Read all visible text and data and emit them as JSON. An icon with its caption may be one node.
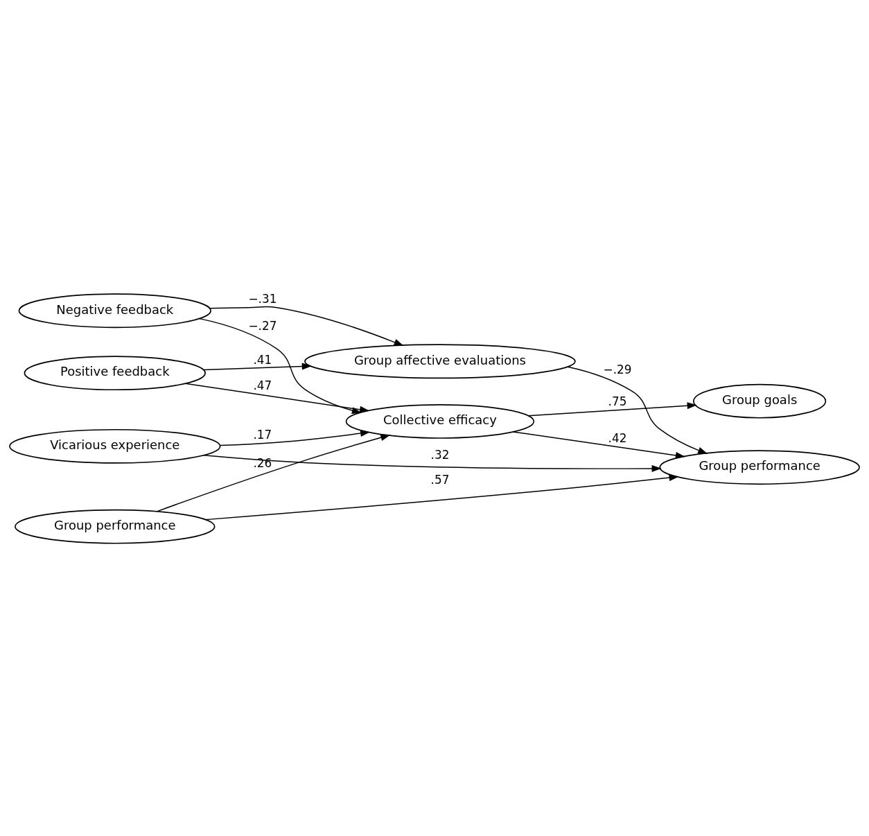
{
  "diagram": {
    "nodes": [
      {
        "text": [
          "Vicarious experience"
        ]
      },
      {
        "text": [
          "Negative feedback"
        ]
      },
      {
        "text": [
          "Positive feedback"
        ]
      },
      {
        "text": [
          "Group performance"
        ]
      },
      {
        "text": [
          "Group affective evaluations"
        ]
      },
      {
        "text": [
          "Collective efficacy"
        ]
      },
      {
        "text": [
          "Group goals"
        ]
      },
      {
        "text": [
          "Group performance"
        ]
      }
    ],
    "edges": [
      {
        "from": 0,
        "to": 7,
        "arrow": "to",
        "label": ".32"
      },
      {
        "from": 0,
        "to": 5,
        "arrow": "to",
        "label": ".17"
      },
      {
        "from": 1,
        "to": 4,
        "arrow": "to",
        "label": "−.31"
      },
      {
        "from": 1,
        "to": 5,
        "arrow": "to",
        "label": "−.27"
      },
      {
        "from": 2,
        "to": 4,
        "arrow": "to",
        "label": ".41"
      },
      {
        "from": 2,
        "to": 5,
        "arrow": "to",
        "label": ".47"
      },
      {
        "from": 3,
        "to": 5,
        "arrow": "to",
        "label": ".26"
      },
      {
        "from": 3,
        "to": 7,
        "arrow": "to",
        "label": ".57"
      },
      {
        "from": 4,
        "to": 7,
        "arrow": "to",
        "label": "−.29"
      },
      {
        "from": 5,
        "to": 6,
        "arrow": "to",
        "label": ".75"
      },
      {
        "from": 5,
        "to": 7,
        "arrow": "to",
        "label": ".42"
      }
    ]
  }
}
